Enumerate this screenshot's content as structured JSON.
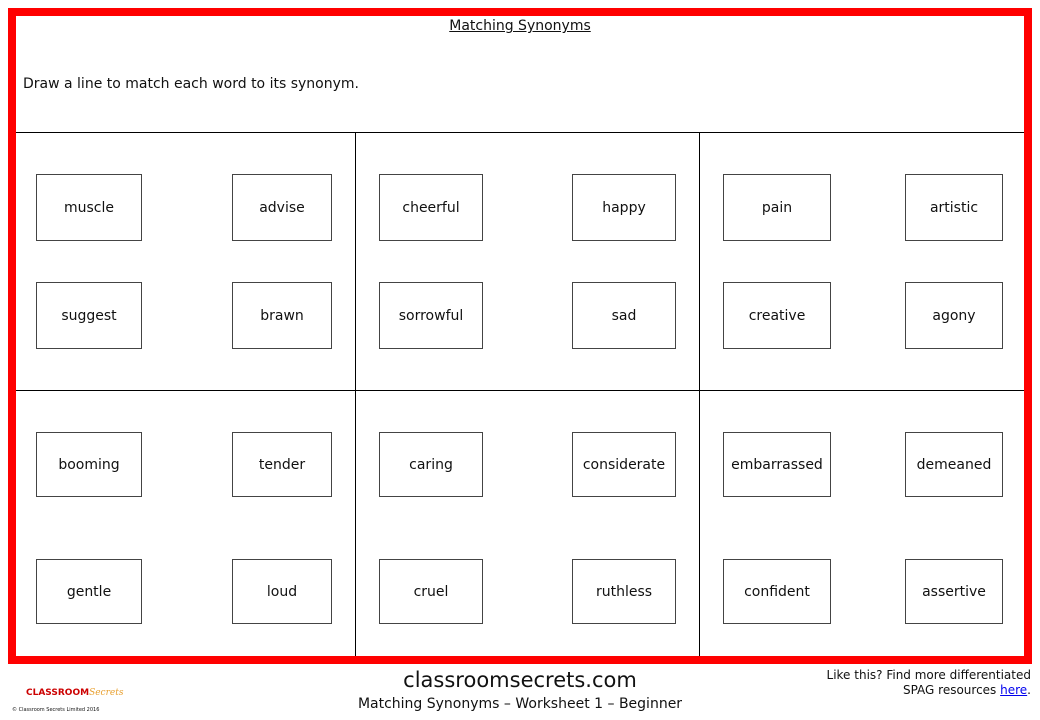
{
  "title": "Matching Synonyms",
  "instruction": "Draw a line to match each word to its synonym.",
  "boxes": [
    [
      "muscle",
      "advise",
      "cheerful",
      "happy",
      "pain",
      "artistic"
    ],
    [
      "suggest",
      "brawn",
      "sorrowful",
      "sad",
      "creative",
      "agony"
    ],
    [
      "booming",
      "tender",
      "caring",
      "considerate",
      "embarrassed",
      "demeaned"
    ],
    [
      "gentle",
      "loud",
      "cruel",
      "ruthless",
      "confident",
      "assertive"
    ]
  ],
  "footer": {
    "site": "classroomsecrets.com",
    "subtitle": "Matching Synonyms – Worksheet 1 – Beginner",
    "promo_line1": "Like this? Find more differentiated",
    "promo_line2": "SPAG resources ",
    "promo_link": "here",
    "promo_end": ".",
    "logo_main": "CLASSROOM",
    "logo_script": "Secrets",
    "copyright": "© Classroom Secrets Limited 2016"
  },
  "colors": {
    "border": "#ff0000",
    "link": "#0000ee"
  }
}
